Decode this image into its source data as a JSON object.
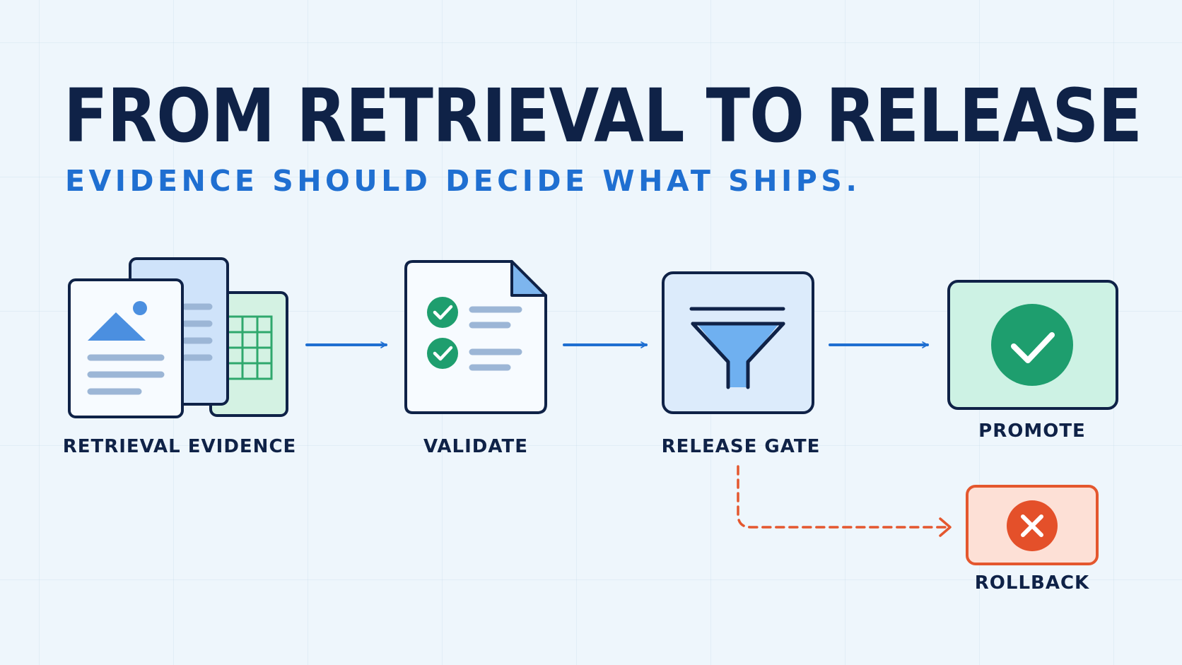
{
  "header": {
    "title": "FROM RETRIEVAL TO RELEASE",
    "subtitle": "EVIDENCE SHOULD DECIDE WHAT SHIPS."
  },
  "steps": [
    {
      "id": "retrieval-evidence",
      "label": "RETRIEVAL EVIDENCE",
      "icon": "documents-icon"
    },
    {
      "id": "validate",
      "label": "VALIDATE",
      "icon": "checklist-icon"
    },
    {
      "id": "release-gate",
      "label": "RELEASE GATE",
      "icon": "funnel-icon"
    },
    {
      "id": "promote",
      "label": "PROMOTE",
      "icon": "check-circle-icon"
    },
    {
      "id": "rollback",
      "label": "ROLLBACK",
      "icon": "x-circle-icon"
    }
  ],
  "colors": {
    "title": "#0f2247",
    "subtitle": "#1f6fd1",
    "arrow": "#1f6fd1",
    "rollback_arrow": "#e4572e",
    "promote_fill": "#cdf2e4",
    "promote_check": "#1e9e6e",
    "rollback_fill": "#fde0d6",
    "rollback_icon": "#e4502a",
    "gate_fill": "#dcebfb",
    "funnel": "#6fb0f0"
  }
}
